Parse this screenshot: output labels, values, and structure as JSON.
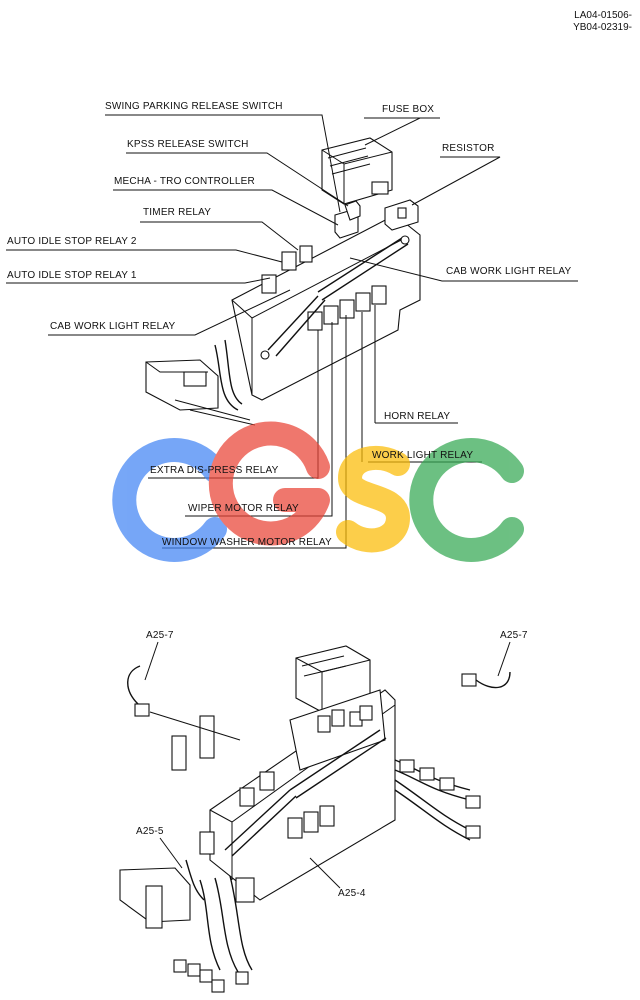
{
  "doc_codes": [
    "LA04-01506-",
    "YB04-02319-"
  ],
  "watermark": {
    "text": "CGSC",
    "colors": [
      "#4285F4",
      "#EA4335",
      "#FBBC05",
      "#34A853"
    ]
  },
  "labels": {
    "swing_parking": "SWING PARKING RELEASE SWITCH",
    "fuse_box": "FUSE BOX",
    "kpss": "KPSS RELEASE SWITCH",
    "resistor": "RESISTOR",
    "mecha_tro": "MECHA - TRO CONTROLLER",
    "timer_relay": "TIMER RELAY",
    "auto_idle_2": "AUTO IDLE STOP RELAY 2",
    "auto_idle_1": "AUTO IDLE STOP RELAY 1",
    "cab_work_right": "CAB WORK LIGHT RELAY",
    "cab_work_left": "CAB WORK LIGHT RELAY",
    "horn": "HORN RELAY",
    "work_light": "WORK LIGHT RELAY",
    "extra_dis": "EXTRA DIS-PRESS RELAY",
    "wiper": "WIPER MOTOR RELAY",
    "washer": "WINDOW WASHER MOTOR RELAY"
  },
  "part_refs": {
    "a25_7_left": "A25-7",
    "a25_7_right": "A25-7",
    "a25_5": "A25-5",
    "a25_4": "A25-4"
  }
}
